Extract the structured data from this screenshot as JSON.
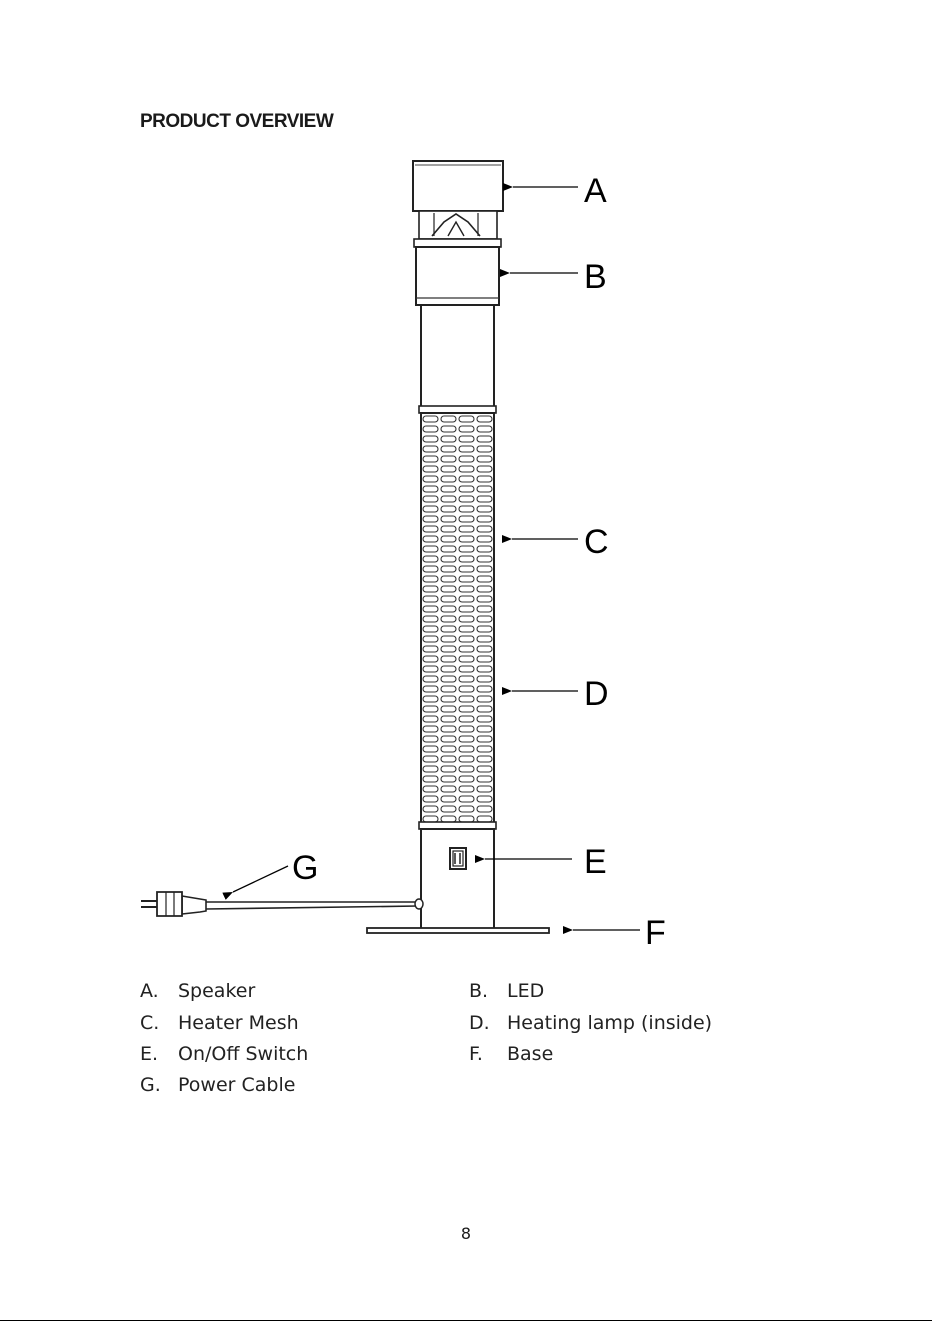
{
  "title": "PRODUCT OVERVIEW",
  "callouts": [
    "A",
    "B",
    "C",
    "D",
    "E",
    "F",
    "G"
  ],
  "legend": [
    {
      "letter": "A.",
      "text": "Speaker"
    },
    {
      "letter": "B.",
      "text": "LED"
    },
    {
      "letter": "C.",
      "text": "Heater Mesh"
    },
    {
      "letter": "D.",
      "text": "Heating lamp (inside)"
    },
    {
      "letter": "E.",
      "text": "On/Off Switch"
    },
    {
      "letter": "F.",
      "text": "Base"
    },
    {
      "letter": "G.",
      "text": "Power Cable"
    }
  ],
  "page_number": "8"
}
